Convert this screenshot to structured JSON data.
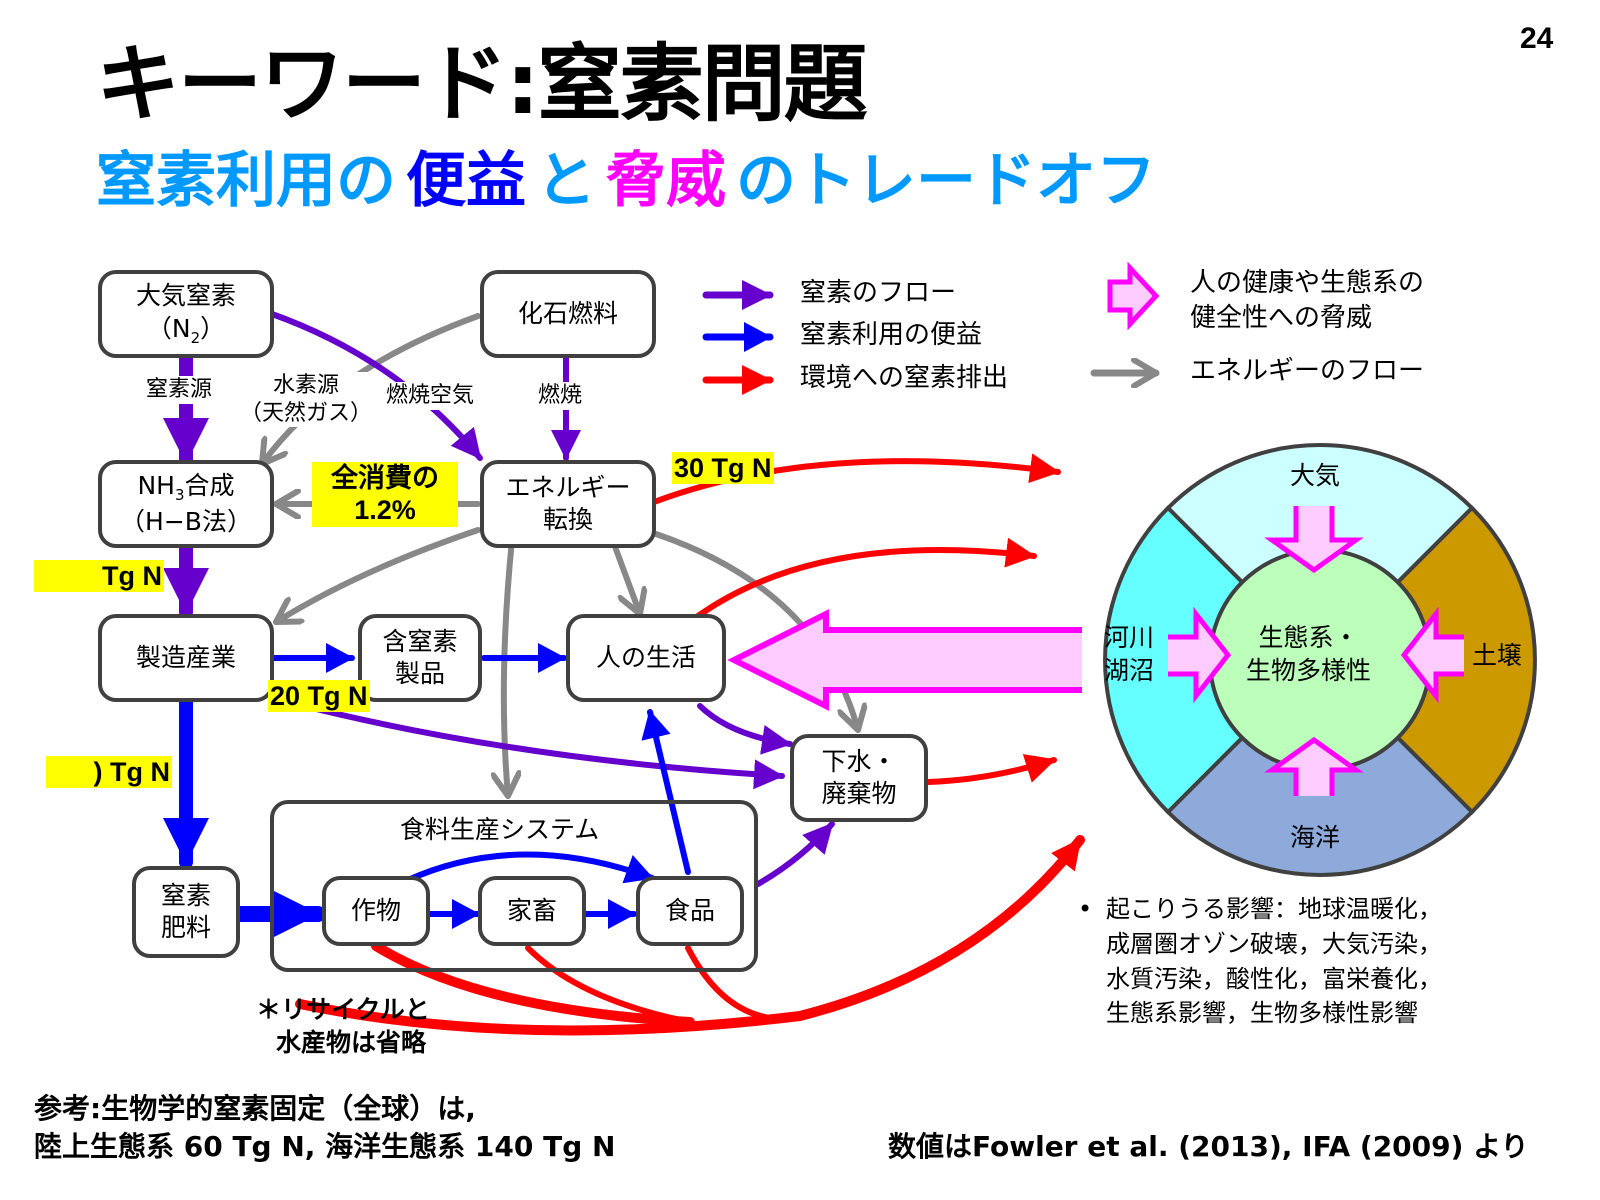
{
  "page_number": "24",
  "title": "キーワード:窒素問題",
  "subtitle": {
    "part1": "窒素利用の",
    "part2": "便益",
    "part3": "と",
    "part4": "脅威",
    "part5": "のトレードオフ"
  },
  "colors": {
    "subtitle_cyan": "#0099ff",
    "benefit_blue": "#0000ff",
    "threat_magenta": "#ff00ff",
    "nitrogen_flow_purple": "#6600cc",
    "emission_red": "#ff0000",
    "energy_gray": "#888888",
    "highlight_yellow": "#ffff00",
    "ring_atmosphere": "#ccffff",
    "ring_rivers": "#66ffff",
    "ring_soil": "#cc9900",
    "ring_ocean": "#8eaadb",
    "core_ecosystem": "#bbffbb",
    "threat_fill": "#ffccff"
  },
  "legend": {
    "nitrogen_flow": "窒素のフロー",
    "benefit": "窒素利用の便益",
    "emission": "環境への窒素排出",
    "threat_line1": "人の健康や生態系の",
    "threat_line2": "健全性への脅威",
    "energy_flow": "エネルギーのフロー"
  },
  "nodes": {
    "atmospheric_n": {
      "line1": "大気窒素",
      "line2_prefix": "（N",
      "line2_sub": "2",
      "line2_suffix": "）"
    },
    "fossil_fuel": {
      "line1": "化石燃料"
    },
    "nh3_synthesis": {
      "line1_prefix": "NH",
      "line1_sub": "3",
      "line1_suffix": "合成",
      "line2": "（H−B法）"
    },
    "energy_conversion": {
      "line1": "エネルギー",
      "line2": "転換"
    },
    "manufacturing": {
      "line1": "製造産業"
    },
    "n_products": {
      "line1": "含窒素",
      "line2": "製品"
    },
    "human_life": {
      "line1": "人の生活"
    },
    "sewage_waste": {
      "line1": "下水・",
      "line2": "廃棄物"
    },
    "n_fertilizer": {
      "line1": "窒素",
      "line2": "肥料"
    },
    "food_system_title": "食料生産システム",
    "crops": {
      "line1": "作物"
    },
    "livestock": {
      "line1": "家畜"
    },
    "food": {
      "line1": "食品"
    }
  },
  "edge_labels": {
    "n_source": "窒素源",
    "h_source_line1": "水素源",
    "h_source_line2": "（天然ガス）",
    "combustion_air": "燃焼空気",
    "combustion": "燃焼"
  },
  "highlights": {
    "energy_share_line1": "全消費の",
    "energy_share_line2": "1.2%",
    "energy_emission": "30 Tg N",
    "nh3_output": "Tg N",
    "products_flow": "20 Tg N",
    "fertilizer_flow": ") Tg N"
  },
  "ecosystem_ring": {
    "atmosphere": "大気",
    "rivers_lakes_line1": "河川",
    "rivers_lakes_line2": "湖沼",
    "soil": "土壌",
    "ocean": "海洋",
    "core_line1": "生態系・",
    "core_line2": "生物多様性"
  },
  "impacts": {
    "bullet": "•",
    "lines": [
      "起こりうる影響：地球温暖化，",
      "成層圏オゾン破壊，大気汚染，",
      "水質汚染，酸性化，富栄養化，",
      "生態系影響，生物多様性影響"
    ]
  },
  "footnote": {
    "line1": "＊リサイクルと",
    "line2": "水産物は省略"
  },
  "reference": {
    "line1": "参考:生物学的窒素固定（全球）は,",
    "line2": "陸上生態系 60 Tg N, 海洋生態系 140 Tg N"
  },
  "source": "数値はFowler et al. (2013), IFA (2009) より"
}
